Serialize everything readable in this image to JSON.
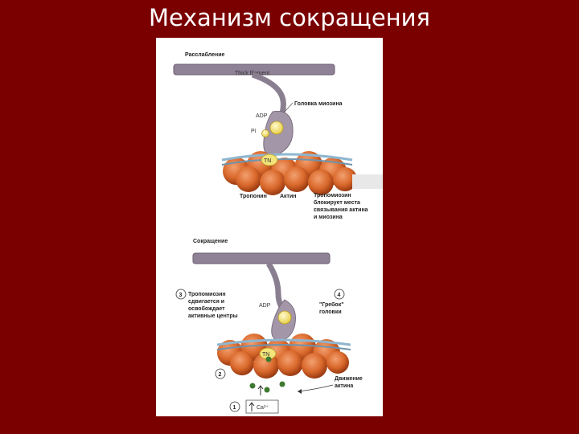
{
  "slide": {
    "title": "Механизм сокращения"
  },
  "panel_relax": {
    "heading": "Расслабление",
    "thick_filament": "Thick filament",
    "myosin_head": "Головка миозина",
    "adp": "ADP",
    "pi": "Pi",
    "tn": "TN",
    "troponin": "Тропонин",
    "actin": "Актин",
    "tropomyosin_note": [
      "Тропомиозин",
      "блокирует места",
      "связывания актина",
      "и миозина"
    ]
  },
  "panel_contract": {
    "heading": "Сокращение",
    "step3_num": "3",
    "step3_text": [
      "Тропомиозин",
      "сдвигается и",
      "освобождает",
      "активные центры"
    ],
    "adp": "ADP",
    "step4_num": "4",
    "step4_text": [
      "\"Гребок\"",
      "головки"
    ],
    "tn": "TN",
    "step2_num": "2",
    "movement": [
      "Движение",
      "актина"
    ],
    "step1_num": "1",
    "ca_label": "Ca²⁺"
  },
  "colors": {
    "background": "#7a0000",
    "actin_bead": "#d9682b",
    "filament": "#8f8296",
    "myosin": "#a396a8",
    "adp_ball": "#f2e37a",
    "calcium": "#3d7a2f",
    "tropomyosin": "#8fb6cf"
  }
}
